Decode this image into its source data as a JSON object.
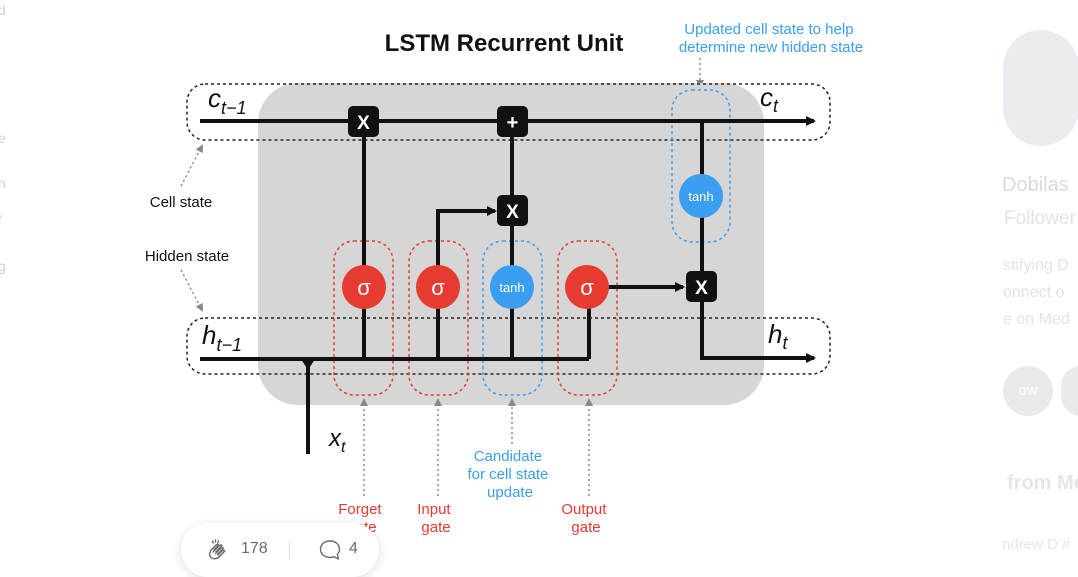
{
  "diagram": {
    "title": "LSTM Recurrent Unit",
    "annotation_top": [
      "Updated cell state to help",
      "determine new hidden state"
    ],
    "labels": {
      "c_prev": "c",
      "c_prev_sub": "t−1",
      "c_t": "c",
      "c_t_sub": "t",
      "h_prev": "h",
      "h_prev_sub": "t−1",
      "h_t": "h",
      "h_t_sub": "t",
      "x_t": "x",
      "x_t_sub": "t",
      "cell_state": "Cell state",
      "hidden_state": "Hidden state"
    },
    "ops": {
      "multiply": "X",
      "add": "+",
      "sigma": "σ",
      "tanh": "tanh"
    },
    "gate_labels": {
      "forget": [
        "Forget",
        "gate"
      ],
      "input": [
        "Input",
        "gate"
      ],
      "candidate": [
        "Candidate",
        "for cell state",
        "update"
      ],
      "output": [
        "Output",
        "gate"
      ]
    },
    "colors": {
      "red": "#e63b2e",
      "blue": "#3a9ff0",
      "gray_box": "#d6d6d6"
    }
  },
  "actions": {
    "clap_icon": "clap-icon",
    "clap_count": "178",
    "comment_icon": "comment-icon",
    "comment_count": "4"
  },
  "sidebar_right": {
    "name_fragment": "Dobilas",
    "followers_fragment": "Follower",
    "bio": [
      "stifying D",
      "onnect o",
      "e on Med"
    ],
    "follow_label": "ow",
    "section_heading": "from Me",
    "author_fragment": "ndrew D #"
  },
  "left_fragments": [
    "d",
    "e",
    "n",
    "r",
    "g"
  ]
}
